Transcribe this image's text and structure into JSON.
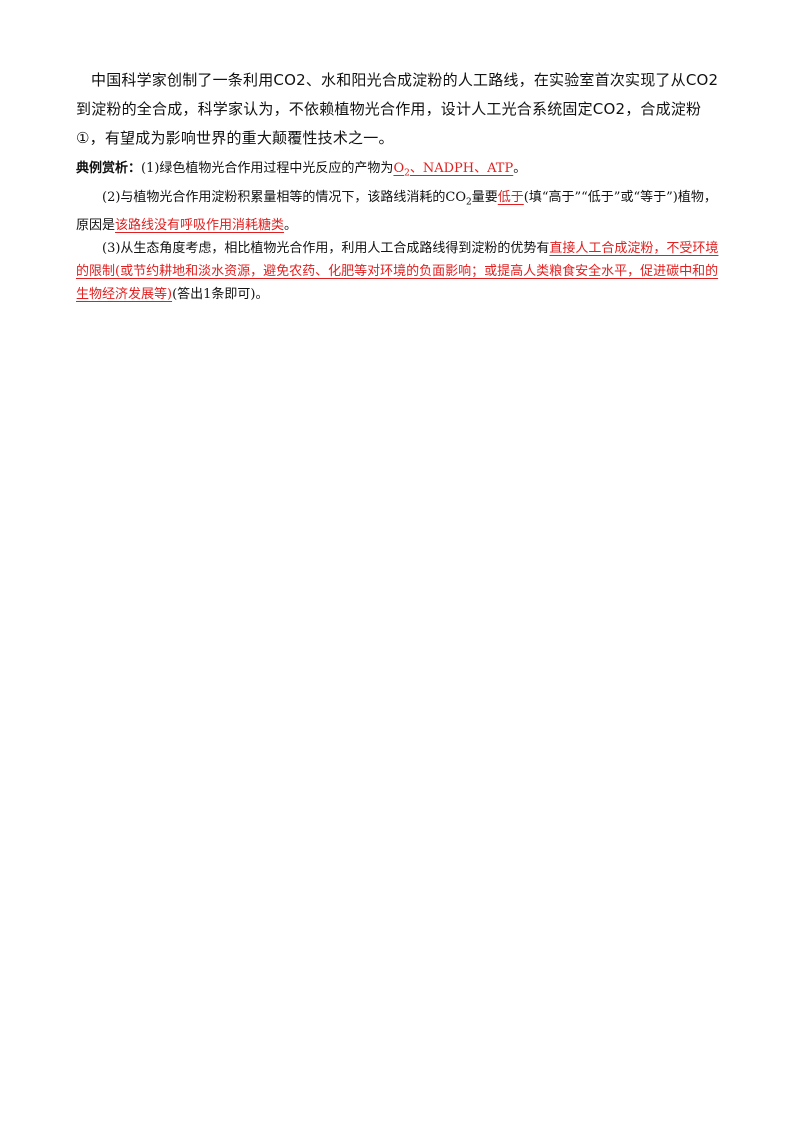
{
  "intro": "中国科学家创制了一条利用CO2、水和阳光合成淀粉的人工路线，在实验室首次实现了从CO2到淀粉的全合成，科学家认为，不依赖植物光合作用，设计人工光合系统固定CO2，合成淀粉①，有望成为影响世界的重大颠覆性技术之一。",
  "analysis": {
    "heading": "典例赏析：",
    "q1": {
      "text": "(1)绿色植物光合作用过程中光反应的产物为",
      "answer_o": "O",
      "answer_sub": "2",
      "answer_rest": "、NADPH、ATP",
      "end": "。"
    },
    "q2": {
      "text_a": "(2)与植物光合作用淀粉积累量相等的情况下，该路线消耗的CO",
      "sub": "2",
      "text_b": "量要",
      "answer1": "低于",
      "text_c": "(填“高于”“低于”或“等于”)植物，原因是",
      "answer2": "该路线没有呼吸作用消耗糖类",
      "end": "。"
    },
    "q3": {
      "text": "(3)从生态角度考虑，相比植物光合作用，利用人工合成路线得到淀粉的优势有",
      "answer": "直接人工合成淀粉，不受环境的限制(或节约耕地和淡水资源，避免农药、化肥等对环境的负面影响；或提高人类粮食安全水平，促进碳中和的生物经济发展等)",
      "end": "(答出1条即可)。"
    }
  }
}
